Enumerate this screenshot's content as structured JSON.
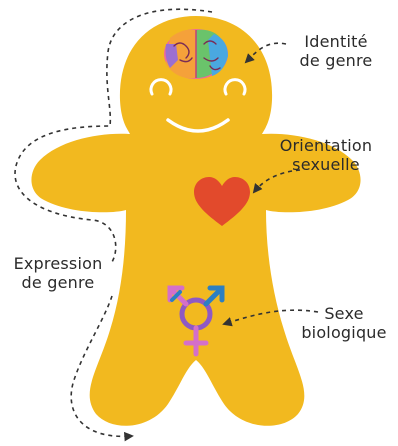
{
  "labels": {
    "identity": [
      "Identité",
      "de genre"
    ],
    "orientation": [
      "Orientation",
      "sexuelle"
    ],
    "expression": [
      "Expression",
      "de genre"
    ],
    "sex": [
      "Sexe",
      "biologique"
    ]
  },
  "colors": {
    "body": "#f2b91f",
    "heart": "#e24a2c",
    "brain": [
      "#f06a9a",
      "#f5a13a",
      "#6ac36b",
      "#4aa8e0",
      "#9b6fd0"
    ],
    "symbol_pink": "#d46fc9",
    "symbol_blue": "#2c7fc2",
    "symbol_purple": "#8e59c4",
    "dash": "#333333"
  },
  "icons": [
    "brain-icon",
    "heart-icon",
    "transgender-symbol-icon"
  ]
}
